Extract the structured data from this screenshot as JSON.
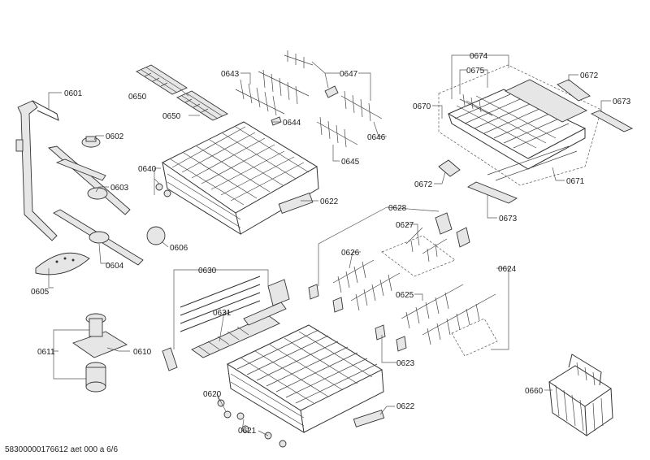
{
  "document_id": "58300000176612 aet 000 a 6/6",
  "part_labels": {
    "p0601": "0601",
    "p0602": "0602",
    "p0603": "0603",
    "p0604": "0604",
    "p0605": "0605",
    "p0606": "0606",
    "p0610": "0610",
    "p0611": "0611",
    "p0620": "0620",
    "p0621": "0621",
    "p0622a": "0622",
    "p0622b": "0622",
    "p0623": "0623",
    "p0624": "0624",
    "p0625": "0625",
    "p0626": "0626",
    "p0627": "0627",
    "p0628": "0628",
    "p0630": "0630",
    "p0631": "0631",
    "p0640": "0640",
    "p0643": "0643",
    "p0644": "0644",
    "p0645": "0645",
    "p0646": "0646",
    "p0647": "0647",
    "p0650a": "0650",
    "p0650b": "0650",
    "p0660": "0660",
    "p0670": "0670",
    "p0671": "0671",
    "p0672a": "0672",
    "p0672b": "0672",
    "p0673a": "0673",
    "p0673b": "0673",
    "p0674": "0674",
    "p0675": "0675"
  }
}
